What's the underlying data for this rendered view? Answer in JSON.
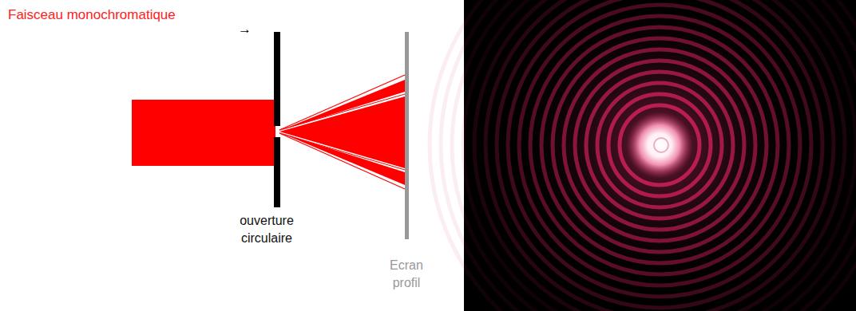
{
  "diagram": {
    "labels": [
      "Faisceau monochromatique",
      "→",
      "ouverture circulaire",
      "Ecran profil"
    ]
  }
}
